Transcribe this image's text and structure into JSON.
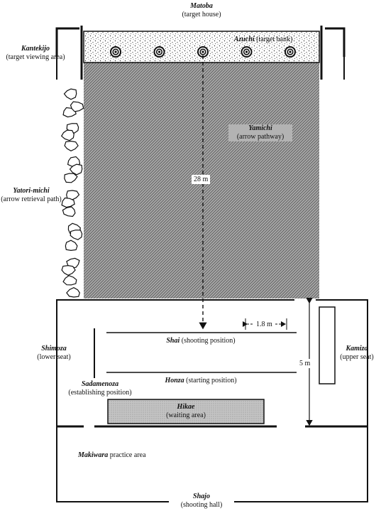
{
  "matoba": {
    "term": "Matoba",
    "gloss": "(target house)"
  },
  "kantekijo": {
    "term": "Kantekijo",
    "gloss": "(target viewing area)"
  },
  "azuchi": {
    "term": "Azuchi",
    "gloss": "(target bank)"
  },
  "yamichi": {
    "term": "Yamichi",
    "gloss": "(arrow pathway)"
  },
  "yatori_michi": {
    "term": "Yatori-michi",
    "gloss": "(arrow retrieval path)"
  },
  "distance_label": "28 m",
  "shai_width_label": "1.8 m",
  "shai": {
    "term": "Shai",
    "gloss": "(shooting position)"
  },
  "honza": {
    "term": "Honza",
    "gloss": "(starting position)"
  },
  "shimoza": {
    "term": "Shimoza",
    "gloss": "(lower seat)"
  },
  "kamiza": {
    "term": "Kamiza",
    "gloss": "(upper seat)"
  },
  "sadamenoza": {
    "term": "Sadamenoza",
    "gloss": "(establishing position)"
  },
  "hikae": {
    "term": "Hikae",
    "gloss": "(waiting area)"
  },
  "hall_depth_label": "5 m",
  "makiwara": {
    "term": "Makiwara",
    "gloss": "practice area"
  },
  "shajo": {
    "term": "Shajo",
    "gloss": "(shooting hall)"
  },
  "target_count": 5,
  "colors": {
    "line": "#111111",
    "field": "#8a8a8a",
    "hikae_fill": "#bdbdbd"
  }
}
